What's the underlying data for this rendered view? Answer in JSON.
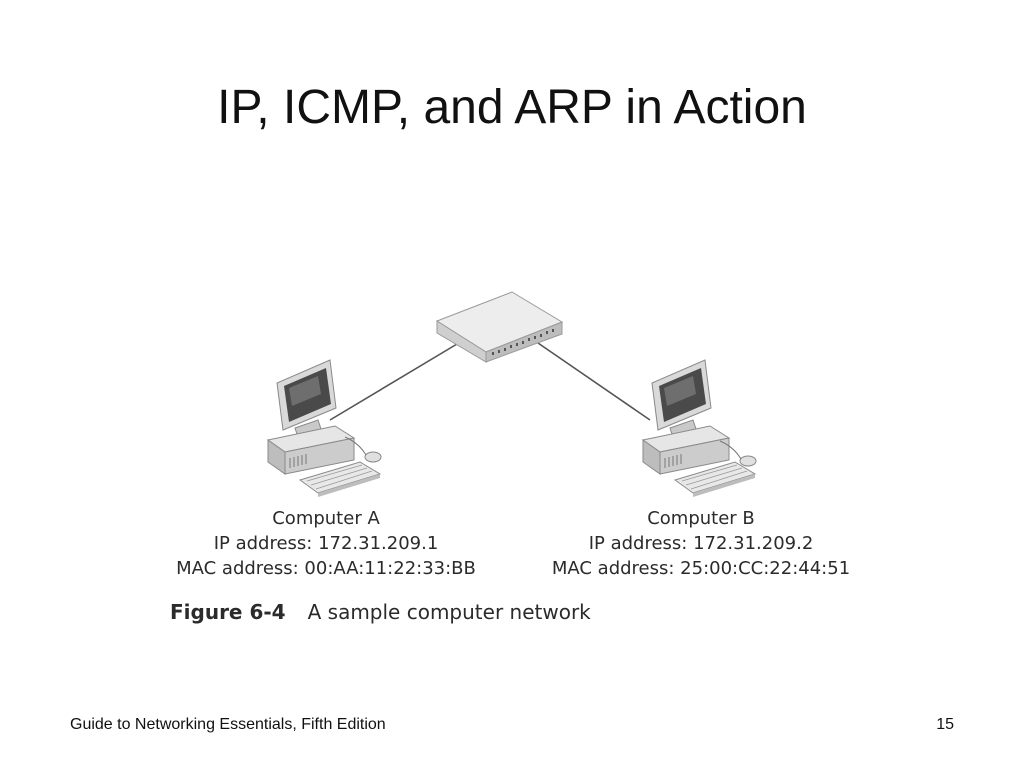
{
  "slide": {
    "title": "IP, ICMP, and ARP in Action"
  },
  "computer_a": {
    "name": "Computer A",
    "ip": "IP address: 172.31.209.1",
    "mac": "MAC address: 00:AA:11:22:33:BB"
  },
  "computer_b": {
    "name": "Computer B",
    "ip": "IP address: 172.31.209.2",
    "mac": "MAC address: 25:00:CC:22:44:51"
  },
  "figure": {
    "number": "Figure 6-4",
    "caption": "A sample computer network"
  },
  "footer": {
    "source": "Guide to Networking Essentials, Fifth Edition",
    "page": "15"
  }
}
